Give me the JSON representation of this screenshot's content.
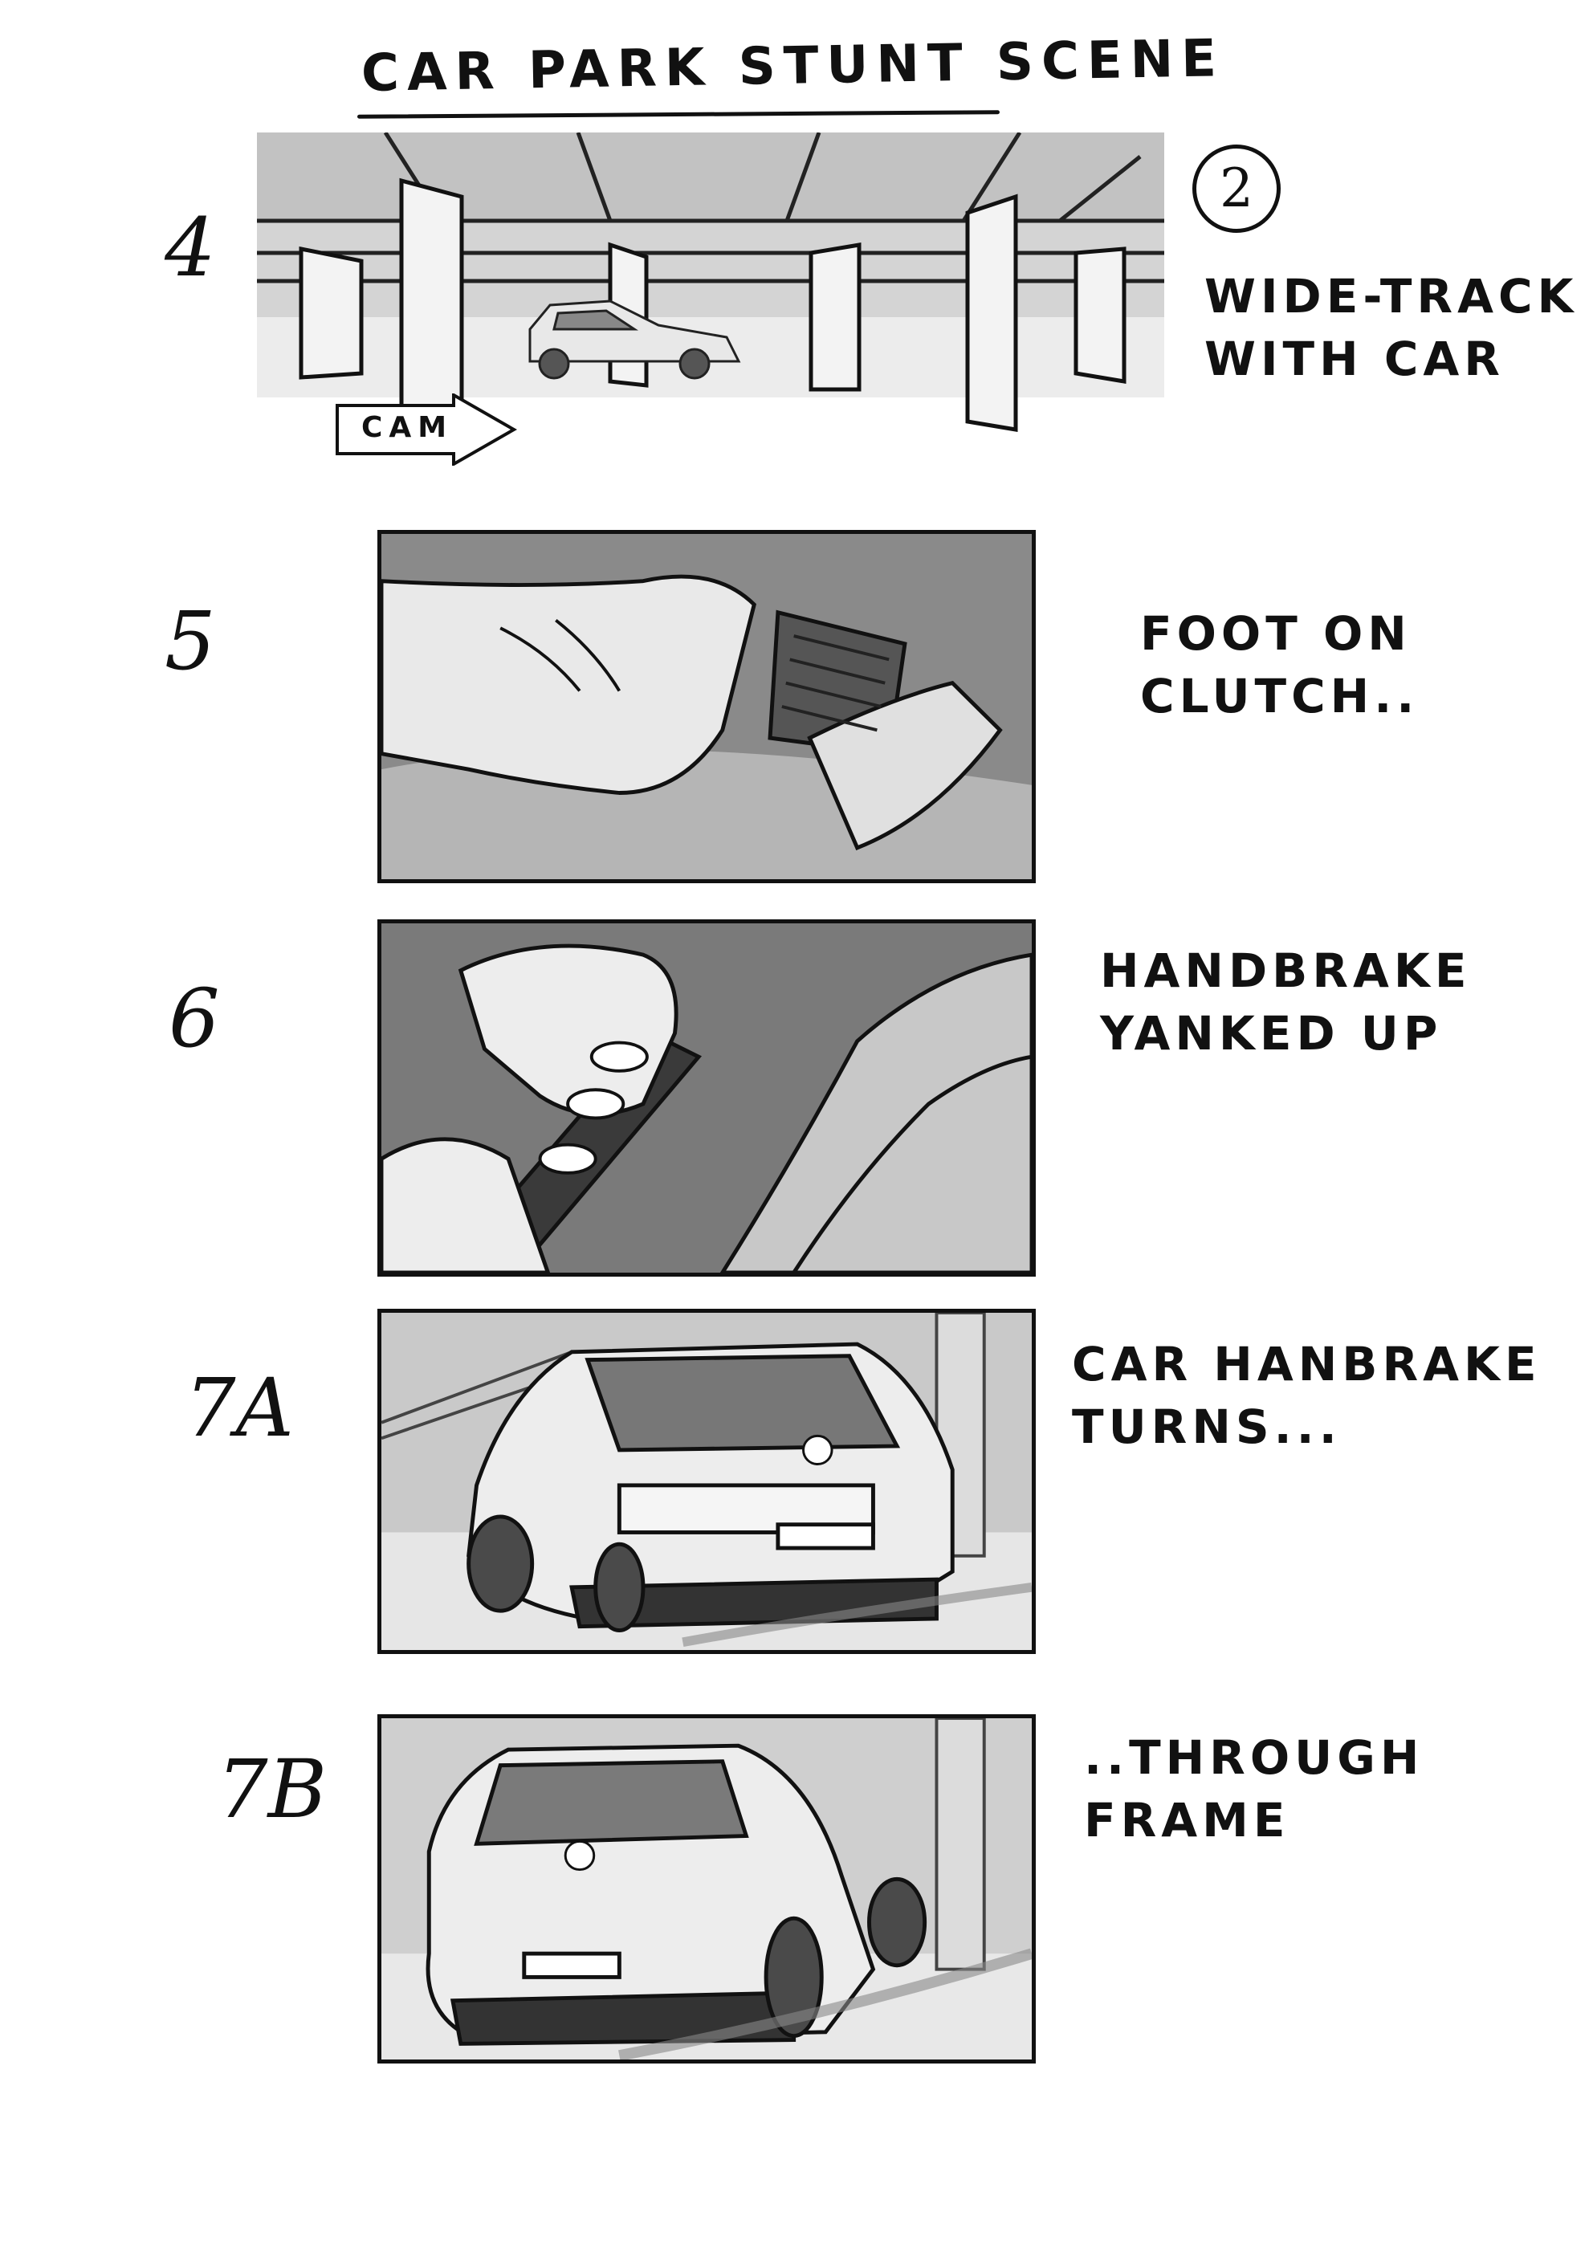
{
  "title": "CAR PARK STUNT SCENE",
  "page_number": "2",
  "shots": [
    {
      "number": "4",
      "note": "WIDE-TRACK\nWITH CAR",
      "cam_label": "CAM"
    },
    {
      "number": "5",
      "note": "FOOT ON\nCLUTCH.."
    },
    {
      "number": "6",
      "note": "HANDBRAKE\nYANKED UP"
    },
    {
      "number": "7A",
      "note": "CAR HANBRAKE\nTURNS..."
    },
    {
      "number": "7B",
      "note": "..THROUGH\nFRAME"
    }
  ]
}
